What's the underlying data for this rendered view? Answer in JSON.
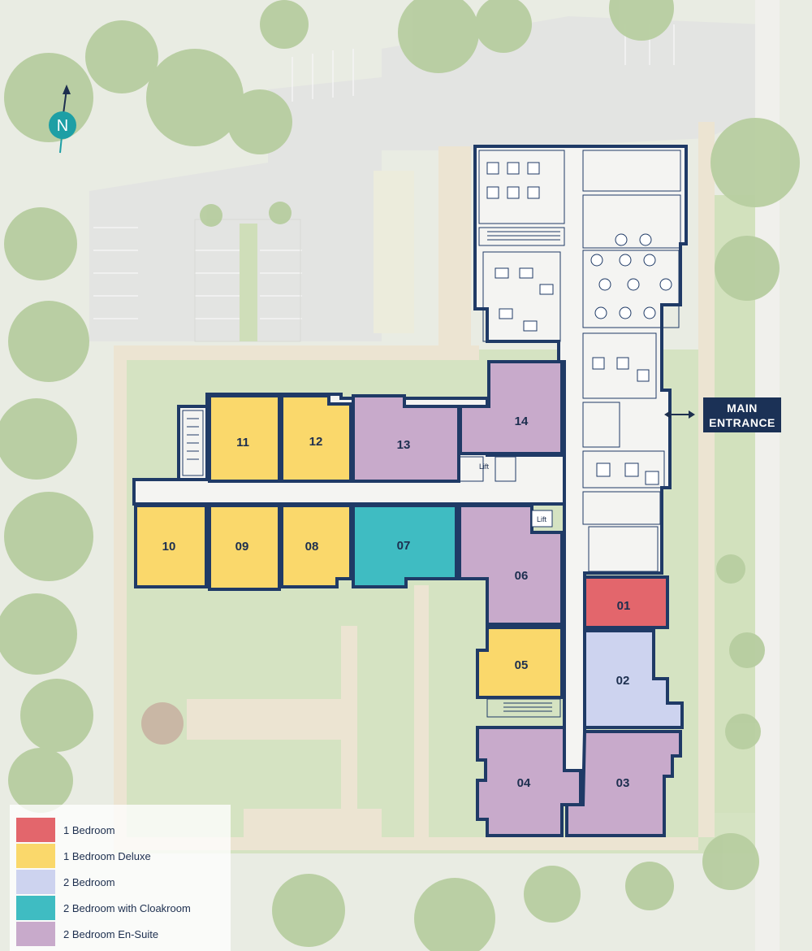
{
  "compass": {
    "label": "N"
  },
  "entrance": {
    "line1": "MAIN",
    "line2": "ENTRANCE"
  },
  "lift_label": "Lift",
  "colors": {
    "one_bedroom": "#e3666c",
    "one_bedroom_deluxe": "#fad86b",
    "two_bedroom": "#cdd3ef",
    "two_bedroom_cloakroom": "#3fbcc2",
    "two_bedroom_ensuite": "#c8aacb",
    "wall": "#1f3a66",
    "floor": "#f4f4f2",
    "grass": "#cfe0b6",
    "tree": "#b8cfa3",
    "path": "#ece3cf"
  },
  "apartments": [
    {
      "id": "01",
      "type": "1 Bedroom"
    },
    {
      "id": "02",
      "type": "2 Bedroom"
    },
    {
      "id": "03",
      "type": "2 Bedroom En-Suite"
    },
    {
      "id": "04",
      "type": "2 Bedroom En-Suite"
    },
    {
      "id": "05",
      "type": "1 Bedroom Deluxe"
    },
    {
      "id": "06",
      "type": "2 Bedroom En-Suite"
    },
    {
      "id": "07",
      "type": "2 Bedroom with Cloakroom"
    },
    {
      "id": "08",
      "type": "1 Bedroom Deluxe"
    },
    {
      "id": "09",
      "type": "1 Bedroom Deluxe"
    },
    {
      "id": "10",
      "type": "1 Bedroom Deluxe"
    },
    {
      "id": "11",
      "type": "1 Bedroom Deluxe"
    },
    {
      "id": "12",
      "type": "1 Bedroom Deluxe"
    },
    {
      "id": "13",
      "type": "2 Bedroom En-Suite"
    },
    {
      "id": "14",
      "type": "2 Bedroom En-Suite"
    }
  ],
  "legend": [
    {
      "label": "1 Bedroom",
      "color": "#e3666c"
    },
    {
      "label": "1 Bedroom Deluxe",
      "color": "#fad86b"
    },
    {
      "label": "2 Bedroom",
      "color": "#cdd3ef"
    },
    {
      "label": "2 Bedroom with Cloakroom",
      "color": "#3fbcc2"
    },
    {
      "label": "2 Bedroom En-Suite",
      "color": "#c8aacb"
    }
  ]
}
